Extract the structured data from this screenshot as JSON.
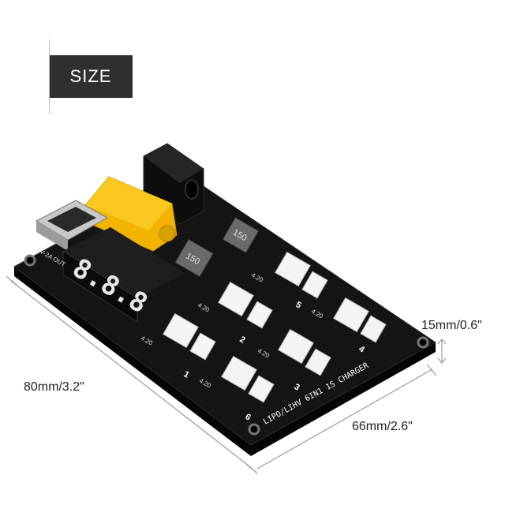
{
  "badge": {
    "label": "SIZE"
  },
  "dimensions": {
    "length": "80mm/3.2\"",
    "width": "66mm/2.6\"",
    "height": "15mm/0.6\""
  },
  "board": {
    "display_digits": "8.8.8",
    "title": "LIPO/LIHV 6IN1 1S CHARGER",
    "inductor_marking": "150",
    "port_numbers": [
      "1",
      "2",
      "3",
      "4",
      "5",
      "6"
    ],
    "port_label": "4.20",
    "usb_label": "5V-2A OUT",
    "colors": {
      "pcb": "#121212",
      "xt60": "#f2b400",
      "led_segments": "#e8e8e8",
      "connectors": "#f4f4f4"
    }
  }
}
